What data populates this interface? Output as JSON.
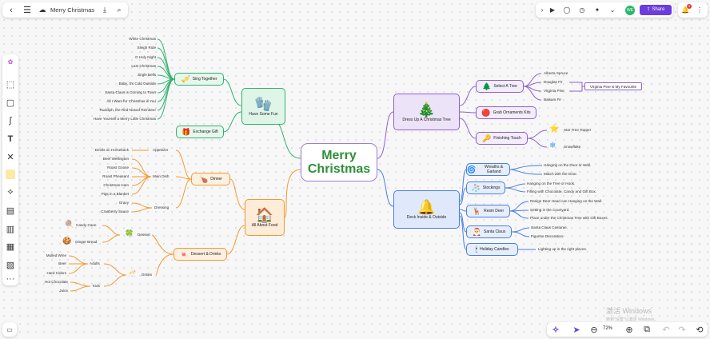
{
  "header": {
    "title": "Merry Christmas",
    "share_label": "Share",
    "avatar_initials": "WE",
    "notification_count": "9",
    "zoom": "72%"
  },
  "colors": {
    "green": "#2fb36b",
    "purple": "#8f61d1",
    "blue": "#4a7ee6",
    "orange": "#f29a2e",
    "accent": "#6c3ce0",
    "center_text": "#2f8f3a"
  },
  "icons": [
    "back-arrow-icon",
    "menu-icon",
    "cloud-icon",
    "download-icon",
    "search-icon",
    "play-icon",
    "comment-icon",
    "timer-icon",
    "ai-icon",
    "chevron-down-icon",
    "bell-icon",
    "more-icon"
  ],
  "watermark": {
    "line1": "激活 Windows",
    "line2": "转到\"设置\"以激活 Windows。"
  },
  "map": {
    "center": "Merry Christmas",
    "have_fun": {
      "label": "Have Some Fun",
      "sing": {
        "label": "Sing Together",
        "songs": [
          "White Christmas",
          "Sleigh Ride",
          "O Holy Night",
          "Last Christmas",
          "Jingle Bells",
          "Baby, It's Cold Outside",
          "Santa Claus is Coming to Town",
          "All I Want for Christmas is You",
          "Rudolph, the Red-Nosed Reindeer",
          "Have Yourself a Merry Little Christmas"
        ]
      },
      "gift": {
        "label": "Exchange Gift"
      }
    },
    "food": {
      "label": "All About Food",
      "dinner": {
        "label": "Dinner",
        "appetizer": {
          "label": "Appetizer",
          "items": [
            "Devils on Horseback"
          ]
        },
        "main": {
          "label": "Main Dish",
          "items": [
            "Beef Wellington",
            "Roast Goose",
            "Roast Pheasant",
            "Christmas Ham",
            "Pigs in a Blanket"
          ]
        },
        "dressing": {
          "label": "Dressing",
          "items": [
            "Gravy",
            "Cranberry Sauce"
          ]
        }
      },
      "dessert_drinks": {
        "label": "Dessert & Drinks",
        "dessert": {
          "label": "Dessert",
          "items": [
            "Candy Cane",
            "Ginger Bread"
          ]
        },
        "drinks": {
          "label": "Drinks",
          "adults": {
            "label": "Adults",
            "items": [
              "Mulled Wine",
              "Beer",
              "Hard Ciders"
            ]
          },
          "kids": {
            "label": "Kids",
            "items": [
              "Hot Chocolate",
              "Juice"
            ]
          }
        }
      }
    },
    "tree": {
      "label": "Dress Up A Christmas Tree",
      "select": {
        "label": "Select A Tree",
        "items": [
          "Alberta Spruce",
          "Douglas Fir",
          "Virginia Pine",
          "Balsam Fir"
        ],
        "note": "Virginia Pine is My Favourite"
      },
      "ornaments": {
        "label": "Grab Ornaments Kits"
      },
      "finishing": {
        "label": "Finishing Touch",
        "items": [
          "Star Tree Topper",
          "Snowflake"
        ]
      }
    },
    "deck": {
      "label": "Deck Inside & Outside",
      "wreaths": {
        "label": "Wreaths & Garland",
        "items": [
          "Hanging on the Door or Wall.",
          "Match with the Door."
        ]
      },
      "stockings": {
        "label": "Stockings",
        "items": [
          "Hanging on the Tree or Hook.",
          "Filling with  Chocolate, Candy and Gift Box."
        ]
      },
      "reindeer": {
        "label": "Resin Deer",
        "items": [
          "Resign Deer Head can Hanging on the Wall.",
          "Setting in the Courtyard.",
          "Place under the Christmas Tree with Gift Boxes."
        ]
      },
      "santa": {
        "label": "Santa Claus",
        "items": [
          "Santa Claus Costume.",
          "Figurine Decoration."
        ]
      },
      "candles": {
        "label": "Holiday Candles",
        "items": [
          "Lighting up in the right places."
        ]
      }
    }
  }
}
